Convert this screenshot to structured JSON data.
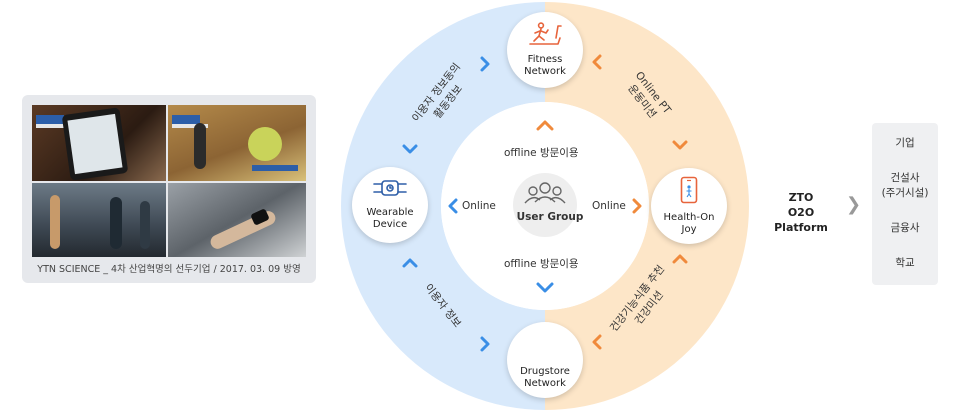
{
  "photo_panel": {
    "caption": "YTN SCIENCE _ 4차 산업혁명의 선두기업 / 2017. 03. 09 방영"
  },
  "diagram": {
    "center": {
      "label": "User Group",
      "icon": "user-group-icon"
    },
    "nodes": {
      "fitness": {
        "label_line1": "Fitness",
        "label_line2": "Network",
        "icon": "treadmill-icon"
      },
      "health": {
        "label_line1": "Health-On",
        "label_line2": "Joy",
        "icon": "smartphone-icon"
      },
      "drugstore": {
        "label_line1": "Drugstore",
        "label_line2": "Network"
      },
      "wearable": {
        "label_line1": "Wearable",
        "label_line2": "Device",
        "icon": "smartwatch-icon"
      }
    },
    "inner": {
      "top": "offline 방문이용",
      "bottom": "offline 방문이용",
      "left": "Online",
      "right": "Online"
    },
    "ring": {
      "top_left_line1": "이용자 정보동의",
      "top_left_line2": "활동정보",
      "top_right_line1": "Online PT",
      "top_right_line2": "운동미션",
      "bottom_left": "이용자 정보",
      "bottom_right_line1": "건강기능식품 추천",
      "bottom_right_line2": "건강미션"
    },
    "colors": {
      "blue_ring": "#d8e9fb",
      "orange_ring": "#fde6c8",
      "blue_arrow": "#3a8ee6",
      "orange_arrow": "#f08a3c"
    }
  },
  "platform": {
    "line1": "ZTO",
    "line2": "O2O Platform"
  },
  "targets": {
    "items": [
      "기업",
      "건설사",
      "(주거시설)",
      "금융사",
      "학교"
    ]
  }
}
